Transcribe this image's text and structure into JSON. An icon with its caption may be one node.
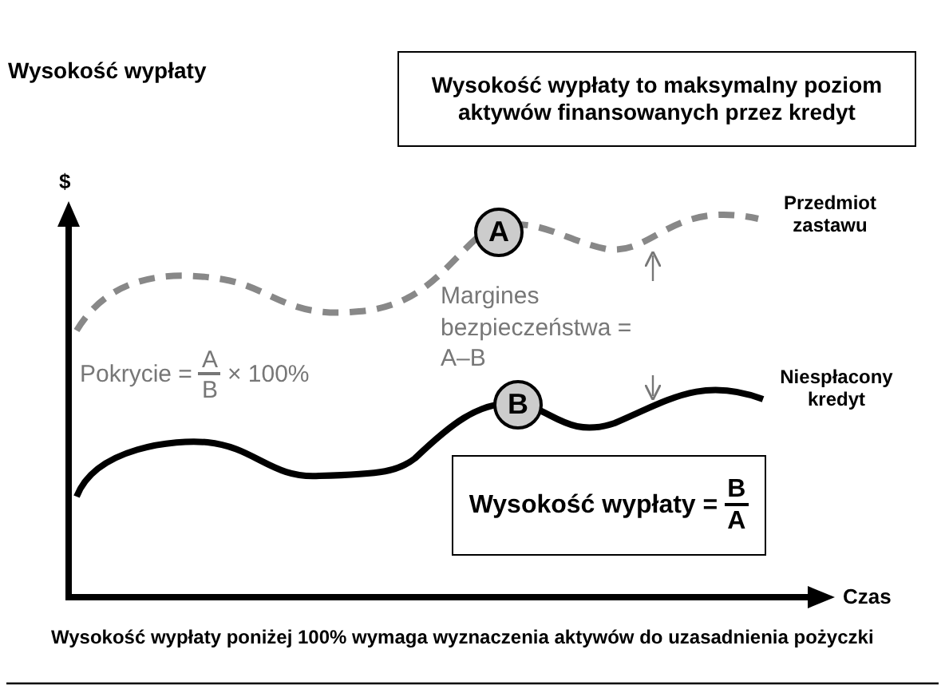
{
  "diagram": {
    "title": "Wysokość wypłaty",
    "caption": "Wysokość wypłaty poniżej 100% wymaga wyznaczenia aktywów do uzasadnienia pożyczki",
    "nodes": [
      {
        "text": [
          "Wysokość wypłaty to maksymalny poziom aktywów finansowanych przez kredyt"
        ]
      },
      {
        "text": [
          "A"
        ]
      },
      {
        "text": [
          "B"
        ]
      },
      {
        "text": [
          "Wysokość wypłaty =",
          "B",
          "A"
        ]
      }
    ],
    "edges": [],
    "labels": [
      "$",
      "Przedmiot zastawu",
      "Margines bezpieczeństwa = A–B",
      "Pokrycie =",
      "A",
      "B",
      "× 100%",
      "Niespłacony kredyt",
      "Czas"
    ]
  }
}
